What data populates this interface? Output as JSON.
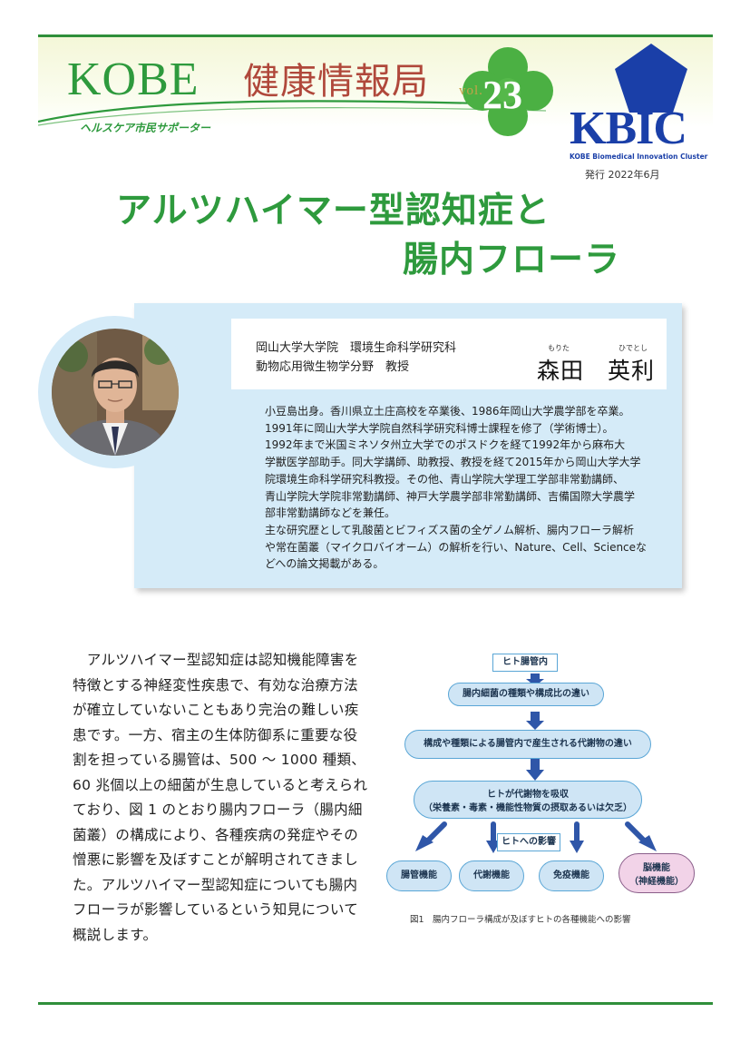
{
  "header": {
    "masthead_title": "KOBE",
    "masthead_subtitle": "健康情報局",
    "tagline": "ヘルスケア市民サポーター",
    "volume_label": "vol.",
    "volume_number": "23",
    "issue_date": "発行 2022年6月"
  },
  "logo": {
    "name": "KBIC",
    "full_name": "KOBE Biomedical Innovation Cluster",
    "color": "#1a3fa8"
  },
  "article": {
    "title_line1": "アルツハイマー型認知症と",
    "title_line2": "腸内フローラ"
  },
  "author": {
    "affiliation_line1": "岡山大学大学院　環境生命科学研究科",
    "affiliation_line2": "動物応用微生物学分野　教授",
    "name": "森田　英利",
    "ruby_family": "もりた",
    "ruby_given": "ひでとし",
    "bio_lines": [
      "小豆島出身。香川県立土庄高校を卒業後、1986年岡山大学農学部を卒業。",
      "1991年に岡山大学大学院自然科学研究科博士課程を修了（学術博士）。",
      "1992年まで米国ミネソタ州立大学でのポスドクを経て1992年から麻布大",
      "学獣医学部助手。同大学講師、助教授、教授を経て2015年から岡山大学大学",
      "院環境生命科学研究科教授。その他、青山学院大学理工学部非常勤講師、",
      "青山学院大学院非常勤講師、神戸大学農学部非常勤講師、吉備国際大学農学",
      "部非常勤講師などを兼任。",
      "主な研究歴として乳酸菌とビフィズス菌の全ゲノム解析、腸内フローラ解析",
      "や常在菌叢（マイクロバイオーム）の解析を行い、Nature、Cell、Scienceな",
      "どへの論文掲載がある。"
    ]
  },
  "body": {
    "lines": [
      "　アルツハイマー型認知症は認知機能障害を",
      "特徴とする神経変性疾患で、有効な治療方法",
      "が確立していないこともあり完治の難しい疾",
      "患です。一方、宿主の生体防御系に重要な役",
      "割を担っている腸管は、500 ～ 1000 種類、",
      "60 兆個以上の細菌が生息していると考えられ",
      "ており、図 1 のとおり腸内フローラ（腸内細",
      "菌叢）の構成により、各種疾病の発症やその",
      "憎悪に影響を及ぼすことが解明されてきまし",
      "た。アルツハイマー型認知症についても腸内",
      "フローラが影響しているという知見について",
      "概説します。"
    ]
  },
  "diagram": {
    "top_label": "ヒト腸管内",
    "step1": "腸内細菌の種類や構成比の違い",
    "step2": "構成や種類による腸管内で産生される代謝物の違い",
    "step3_line1": "ヒトが代謝物を吸収",
    "step3_line2": "（栄養素・毒素・機能性物質の摂取あるいは欠乏）",
    "effect_label": "ヒトへの影響",
    "outcomes": [
      "腸管機能",
      "代謝機能",
      "免疫機能"
    ],
    "brain_line1": "脳機能",
    "brain_line2": "（神経機能）",
    "caption": "図1　腸内フローラ構成が及ぼすヒトの各種機能への影響",
    "pill_color": "#cfe5f5",
    "brain_color": "#f2d3e8",
    "arrow_color": "#2f56a8"
  }
}
